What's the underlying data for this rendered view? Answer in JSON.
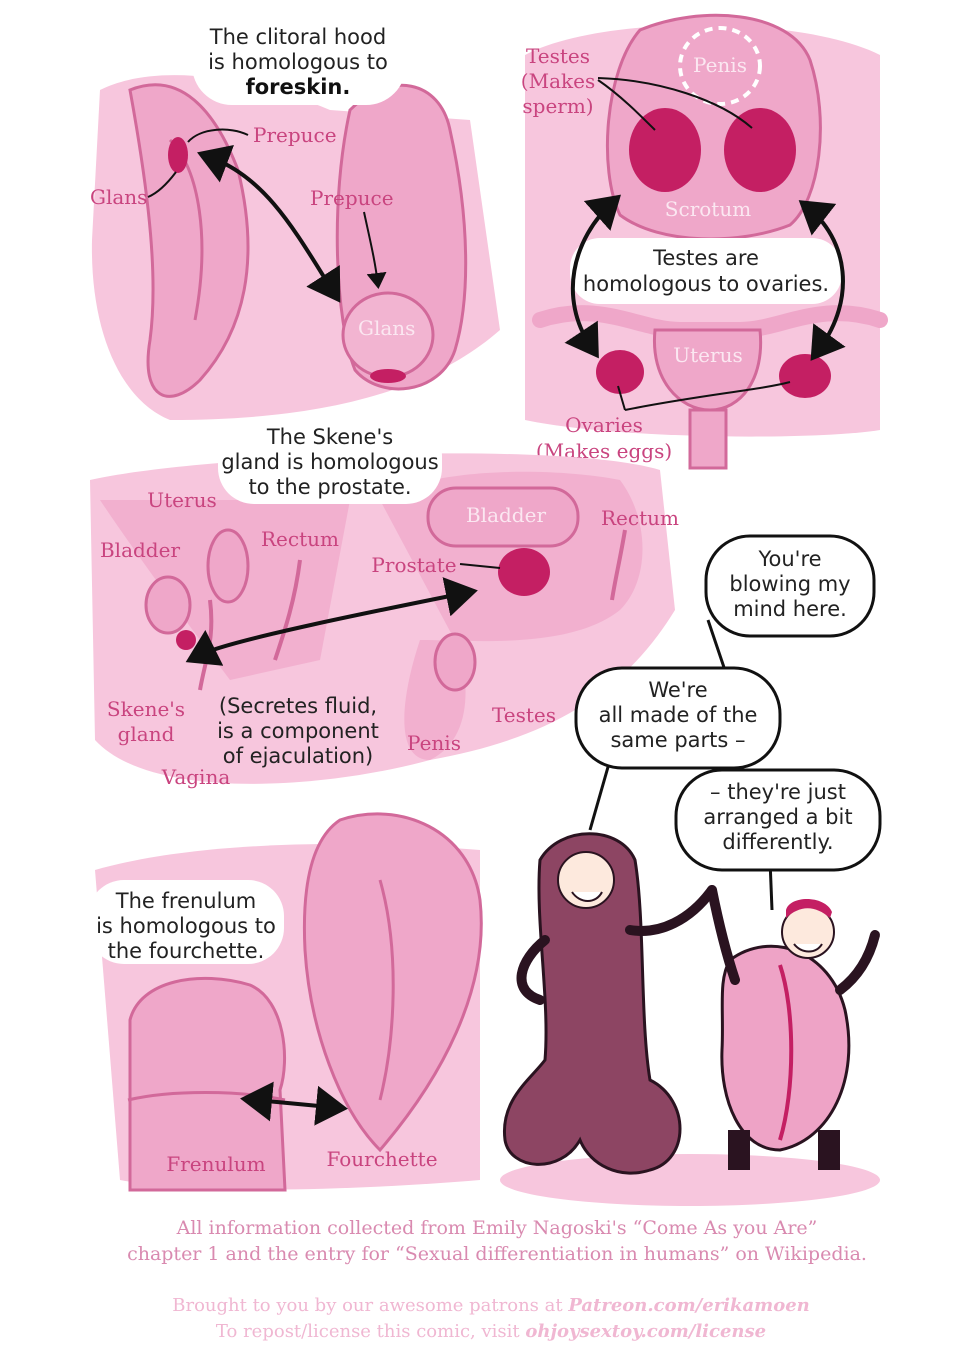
{
  "panel1": {
    "caption": [
      "The clitoral hood",
      "is homologous to",
      "foreskin."
    ],
    "labels": {
      "prepuce_vulva": "Prepuce",
      "glans_vulva": "Glans",
      "prepuce_penis": "Prepuce",
      "glans_penis": "Glans"
    }
  },
  "panel2": {
    "caption": [
      "Testes are",
      "homologous to ovaries."
    ],
    "labels": {
      "testes": [
        "Testes",
        "(Makes",
        "sperm)"
      ],
      "penis": "Penis",
      "scrotum": "Scrotum",
      "uterus": "Uterus",
      "ovaries": [
        "Ovaries",
        "(Makes eggs)"
      ]
    }
  },
  "panel3": {
    "caption": [
      "The Skene's",
      "gland is homologous",
      "to the prostate."
    ],
    "labels": {
      "uterus": "Uterus",
      "bladder_f": "Bladder",
      "rectum_f": "Rectum",
      "skenes": [
        "Skene's",
        "gland"
      ],
      "vagina": "Vagina",
      "bladder_m": "Bladder",
      "rectum_m": "Rectum",
      "prostate": "Prostate",
      "testes": "Testes",
      "penis": "Penis"
    },
    "note": [
      "(Secretes fluid,",
      "is a component",
      "of ejaculation)"
    ]
  },
  "panel4": {
    "caption": [
      "The frenulum",
      "is homologous to",
      "the fourchette."
    ],
    "labels": {
      "frenulum": "Frenulum",
      "fourchette": "Fourchette"
    }
  },
  "bubbles": {
    "b1": [
      "You're",
      "blowing my",
      "mind here."
    ],
    "b2": [
      "We're",
      "all made of the",
      "same parts –"
    ],
    "b3": [
      "– they're just",
      "arranged a bit",
      "differently."
    ]
  },
  "credits": {
    "line1": "All information collected from Emily Nagoski's “Come As you Are”",
    "line2": "chapter 1 and the entry for “Sexual differentiation in humans” on Wikipedia.",
    "patrons_prefix": "Brought to you by our awesome patrons at ",
    "patrons_link": "Patreon.com/erikamoen",
    "license_prefix": "To repost/license this comic, visit ",
    "license_link": "ohjoysextoy.com/license"
  },
  "colors": {
    "bg_pink": "#f7c6dd",
    "mid_pink": "#eea3c6",
    "deep": "#c41f63",
    "label": "#c9447f",
    "costume": "#8d4563"
  }
}
